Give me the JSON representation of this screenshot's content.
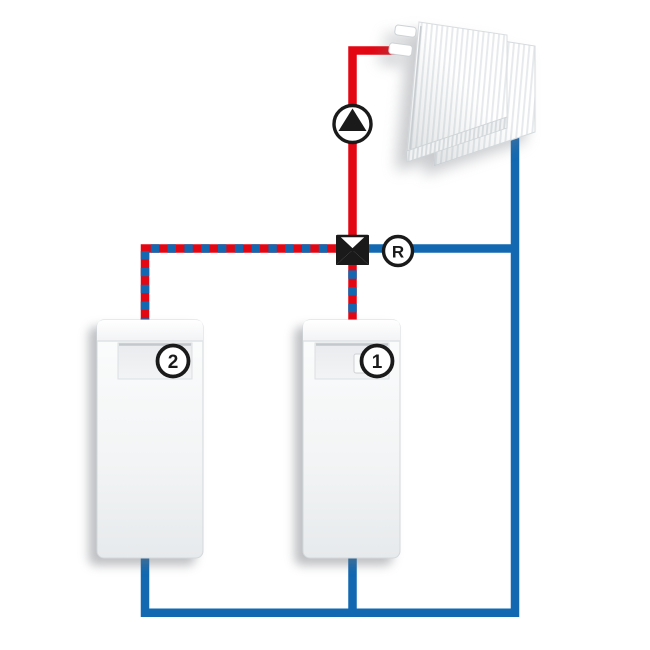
{
  "diagram": {
    "type": "heating-system-hydraulic-schematic",
    "badges": {
      "unit1": "1",
      "unit2": "2",
      "sensor": "R"
    },
    "colors": {
      "flow_pipe": "#e30613",
      "return_pipe": "#1268b1",
      "symbol": "#1a1a1a"
    },
    "components": {
      "radiator": "radiator-panel",
      "pump": "pump-icon",
      "valve": "mixing-valve-icon",
      "sensor": "sensor-r-badge",
      "unit1": "heat-source-1",
      "unit2": "heat-source-2"
    }
  }
}
